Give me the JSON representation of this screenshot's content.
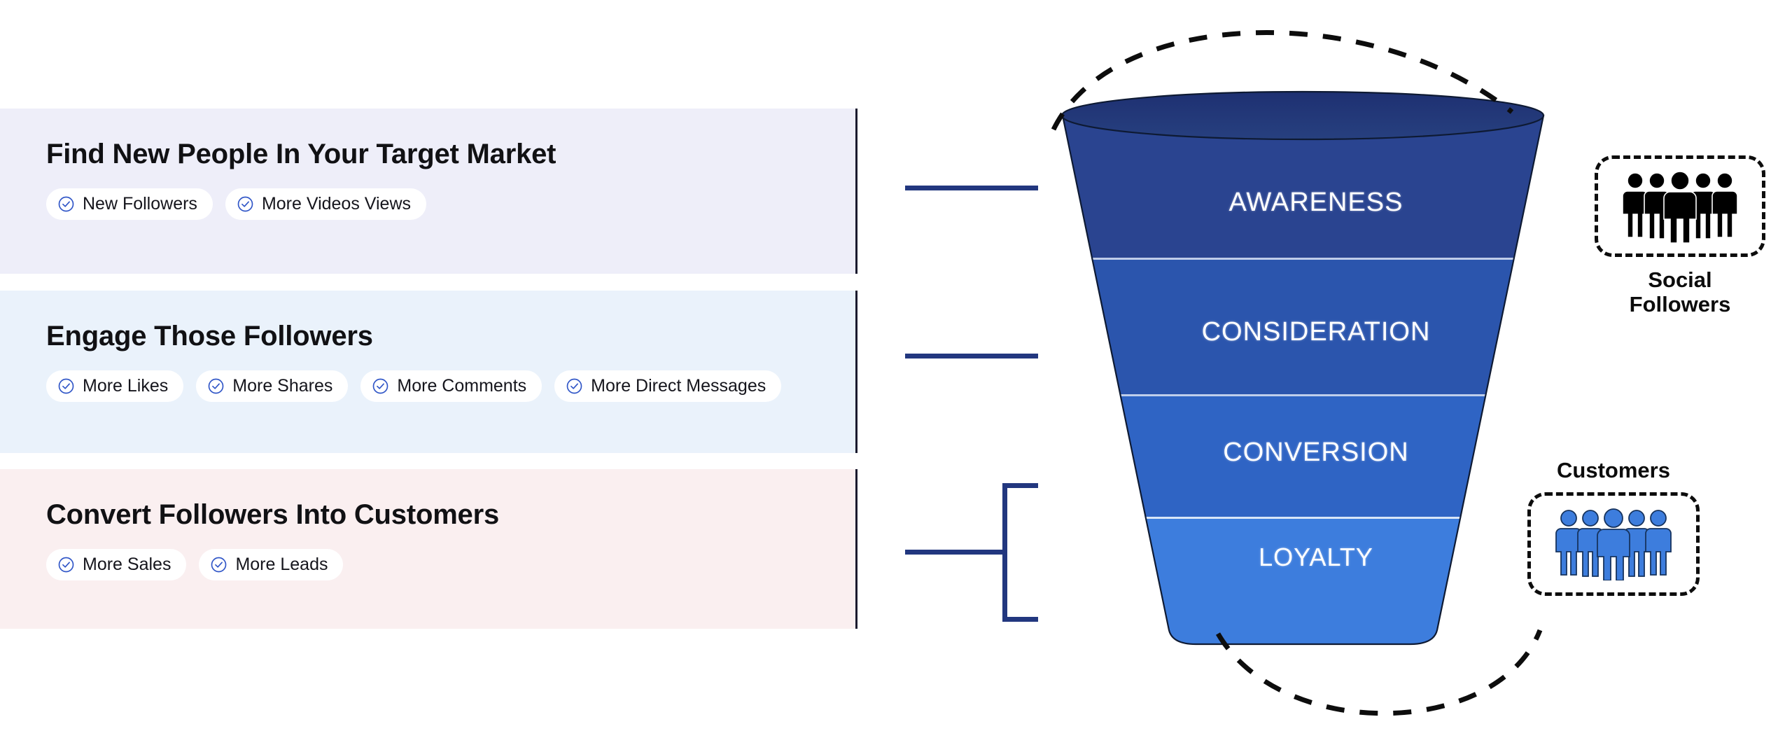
{
  "panels": [
    {
      "title": "Find New People In Your Target Market",
      "background_color": "#eeeef9",
      "tags": [
        "New Followers",
        "More Videos Views"
      ]
    },
    {
      "title": "Engage Those Followers",
      "background_color": "#eaf2fb",
      "tags": [
        "More Likes",
        "More Shares",
        "More Comments",
        "More Direct Messages"
      ]
    },
    {
      "title": "Convert Followers Into Customers",
      "background_color": "#faeff0",
      "tags": [
        "More Sales",
        "More Leads"
      ]
    }
  ],
  "funnel": {
    "stages": [
      {
        "label": "AWARENESS",
        "color": "#2a4490"
      },
      {
        "label": "CONSIDERATION",
        "color": "#2b55ad"
      },
      {
        "label": "CONVERSION",
        "color": "#2f64c4"
      },
      {
        "label": "LOYALTY",
        "color": "#3d7ddd"
      }
    ],
    "rim_color": "#22377f"
  },
  "groups": [
    {
      "caption": "Social\nFollowers",
      "caption_position": "below",
      "icon": "people-crowd-icon",
      "icon_color": "#000000"
    },
    {
      "caption": "Customers",
      "caption_position": "above",
      "icon": "people-crowd-icon",
      "icon_color": "#3d7ddd"
    }
  ],
  "connectors": {
    "line_color": "#22377f",
    "icon": "bracket-connector-icon"
  }
}
